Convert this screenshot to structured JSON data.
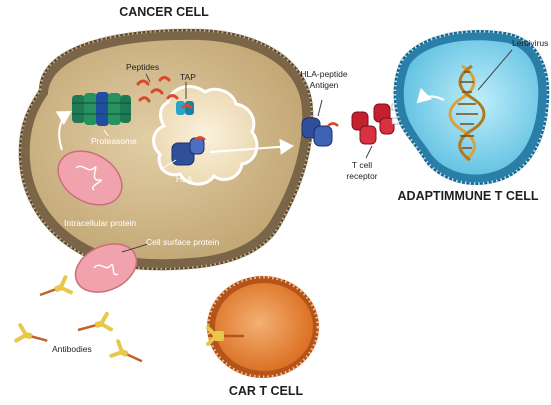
{
  "titles": {
    "cancer_cell": "CANCER CELL",
    "adaptimmune_t_cell": "ADAPTIMMUNE T CELL",
    "car_t_cell": "CAR T CELL"
  },
  "labels": {
    "peptides": "Peptides",
    "tap": "TAP",
    "proteasome": "Proteasome",
    "hla": "HLA",
    "intracellular_protein": "Intracellular protein",
    "cell_surface_protein": "Cell surface protein",
    "antibodies": "Antibodies",
    "hla_peptide_antigen_line1": "HLA-peptide",
    "hla_peptide_antigen_line2": "Antigen",
    "t_cell_receptor_line1": "T cell",
    "t_cell_receptor_line2": "receptor",
    "lentivirus": "Lentivirus"
  },
  "colors": {
    "cancer_cytoplasm": "#cdb48a",
    "cancer_membrane": "#6e5c44",
    "t_cell_fill": "#8ed8ee",
    "t_cell_membrane": "#2a7fa8",
    "car_t_fill": "#e9873a",
    "proteasome": "#1d7a53",
    "peptides": "#d9482f",
    "hla": "#2f4f9a",
    "tcr": "#c4202e",
    "mitochondria": "#f0a3ad",
    "antibody": "#e8c84a",
    "dna": "#d9a23a"
  }
}
